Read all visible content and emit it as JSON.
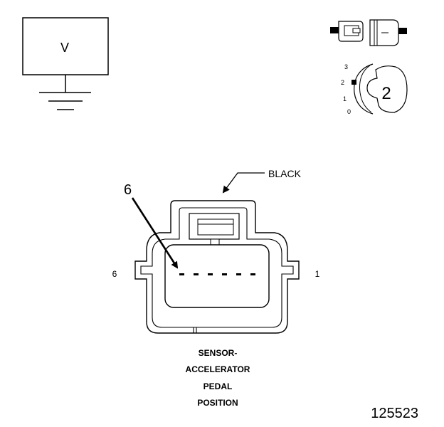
{
  "voltmeter": {
    "label": "V"
  },
  "key_switch": {
    "positions": [
      "3",
      "2",
      "1",
      "0"
    ],
    "key_label": "2"
  },
  "connector": {
    "color_label": "BLACK",
    "pointer_number": "6",
    "pin_left_label": "6",
    "pin_right_label": "1",
    "pin_count": 6
  },
  "caption": {
    "line1": "SENSOR-",
    "line2": "ACCELERATOR",
    "line3": "PEDAL",
    "line4": "POSITION"
  },
  "figure_id": "125523"
}
